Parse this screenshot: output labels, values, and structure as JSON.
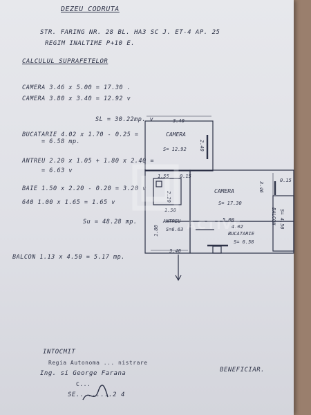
{
  "document": {
    "title": "DEZEU CODRUTA",
    "address": "STR. FARING NR. 28 BL. HA3 SC J. ET-4 AP. 25",
    "regime": "REGIM INALTIME P+10 E.",
    "calc_heading": "CALCULUL SUPRAFETELOR",
    "lines": [
      "CAMERA 3.46 x 5.00 = 17.30 .",
      "CAMERA 3.80 x 3.40 = 12.92 v",
      "SL = 30.22mp. v",
      "BUCATARIE 4.02 x 1.70 - 0.25 =",
      "= 6.58 mp.",
      "ANTREU 2.20 x 1.05 + 1.80 x 2.40 =",
      "= 6.63 v",
      "BAIE 1.50 x 2.20 - 0.20 = 3.20 v",
      "640 1.00 x 1.65 = 1.65 v",
      "Su = 48.28 mp.",
      "BALCON 1.13 x 4.50 = 5.17 mp."
    ],
    "signatures": {
      "left_1": "INTOCMIT",
      "left_2": "Regia Autonoma ... nistrare",
      "left_3": "Ing. si George Farana",
      "left_4": "C...",
      "left_5": "SE.........2  4",
      "right": "BENEFICIAR."
    }
  },
  "floorplan": {
    "rooms": [
      {
        "name": "CAMERA",
        "area": "S= 12.92"
      },
      {
        "name": "CAMERA",
        "area": "S= 17.30"
      },
      {
        "name": "ANTREU",
        "area": "S=6.63"
      },
      {
        "name": "BUCATARIE",
        "area": "S= 6.58"
      },
      {
        "name": "BALCON",
        "area": "S= 4.50"
      }
    ],
    "dimensions": [
      "3.40",
      "3.40",
      "1.55",
      "0.15",
      "5.00",
      "4.02",
      "3.46",
      "1.80",
      "1.50",
      "2.20",
      "2.40",
      "0.15"
    ]
  },
  "watermark": "ACTIVE"
}
